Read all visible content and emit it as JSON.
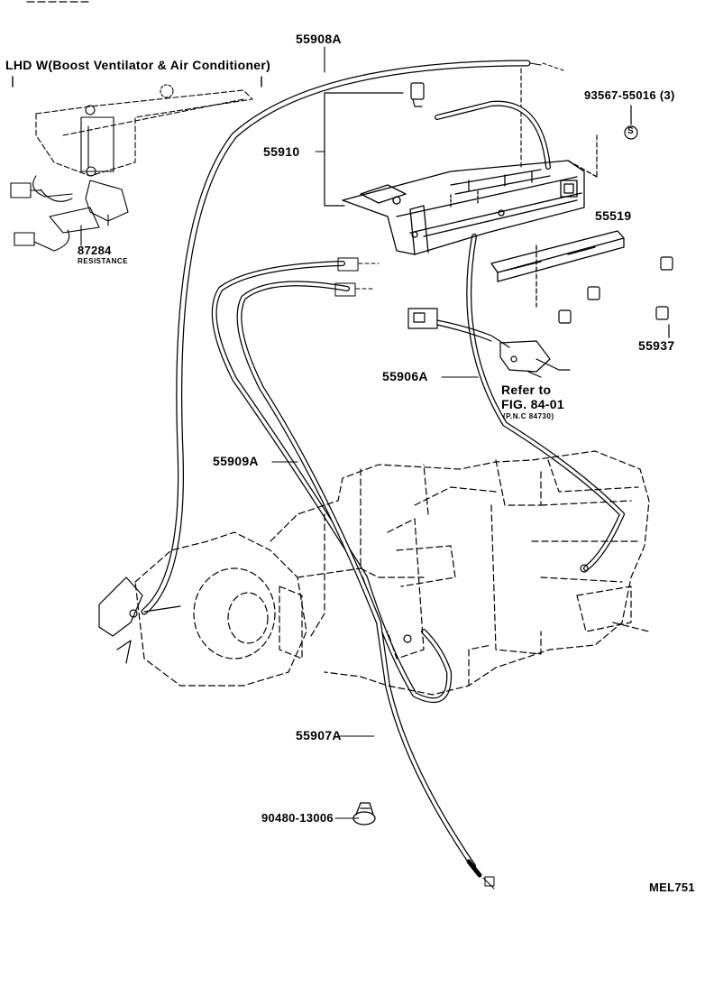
{
  "diagram": {
    "variant_heading": "LHD W(Boost Ventilator & Air Conditioner)",
    "callouts": {
      "p55908a": "55908A",
      "p55910": "55910",
      "p93567": "93567-55016 (3)",
      "p55519": "55519",
      "p87284": "87284",
      "resistance": "RESISTANCE",
      "p55937": "55937",
      "p55906a": "55906A",
      "refer_to": "Refer to",
      "fig_ref": "FIG. 84-01",
      "pnc_ref": "(P.N.C 84730)",
      "p55909a": "55909A",
      "p55907a": "55907A",
      "p90480": "90480-13006",
      "screw_symbol": "S"
    },
    "drawing_code": "MEL751"
  }
}
